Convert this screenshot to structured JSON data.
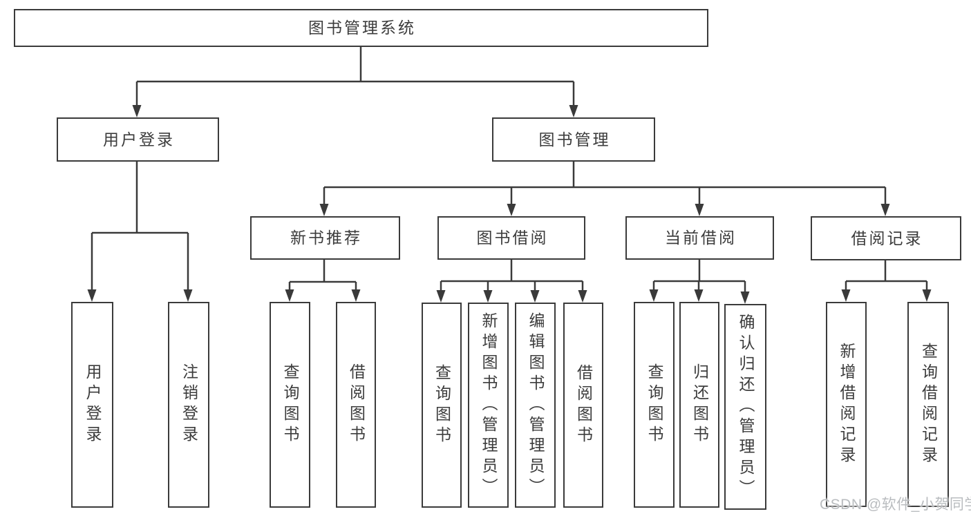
{
  "diagram": {
    "root": {
      "label": "图书管理系统"
    },
    "level2": [
      {
        "label": "用户登录",
        "leaves": [
          {
            "label": "用户登录"
          },
          {
            "label": "注销登录"
          }
        ]
      },
      {
        "label": "图书管理",
        "children": [
          {
            "label": "新书推荐",
            "leaves": [
              {
                "label": "查询图书"
              },
              {
                "label": "借阅图书"
              }
            ]
          },
          {
            "label": "图书借阅",
            "leaves": [
              {
                "label": "查询图书"
              },
              {
                "label": "新增图书（管理员）"
              },
              {
                "label": "编辑图书（管理员）"
              },
              {
                "label": "借阅图书"
              }
            ]
          },
          {
            "label": "当前借阅",
            "leaves": [
              {
                "label": "查询图书"
              },
              {
                "label": "归还图书"
              },
              {
                "label": "确认归还（管理员）"
              }
            ]
          },
          {
            "label": "借阅记录",
            "leaves": [
              {
                "label": "新增借阅记录"
              },
              {
                "label": "查询借阅记录"
              }
            ]
          }
        ]
      }
    ],
    "watermark": "CSDN @软件_小贺同学",
    "colors": {
      "line": "#3a3a3a",
      "text": "#3c3c3c",
      "watermark": "#b9bcbf",
      "background": "#ffffff"
    }
  }
}
